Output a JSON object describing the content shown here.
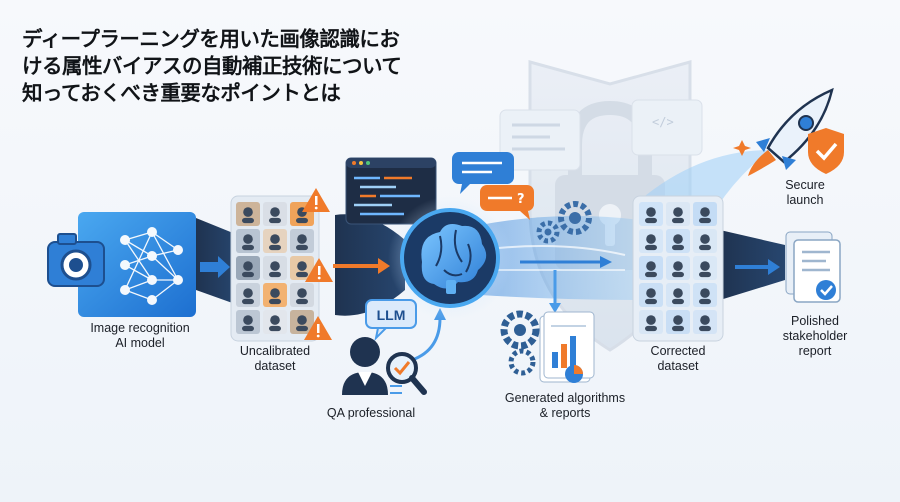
{
  "title": {
    "line1": "ディープラーニングを用いた画像認識にお",
    "line2": "ける属性バイアスの自動補正技術について",
    "line3": "知っておくべき重要なポイントとは"
  },
  "nodes": {
    "model": "Image recognition\nAI model",
    "dataset_uncal": "Uncalibrated\ndataset",
    "qa": "QA professional",
    "algorithms": "Generated algorithms\n& reports",
    "dataset_corr": "Corrected\ndataset",
    "launch": "Secure\nlaunch",
    "report": "Polished\nstakeholder\nreport"
  },
  "badges": {
    "llm": "LLM",
    "question": "?"
  },
  "colors": {
    "accent_blue": "#2f7fd6",
    "dark_navy": "#1f3350",
    "orange": "#f07a2a",
    "light_blue": "#7fb6ee"
  }
}
